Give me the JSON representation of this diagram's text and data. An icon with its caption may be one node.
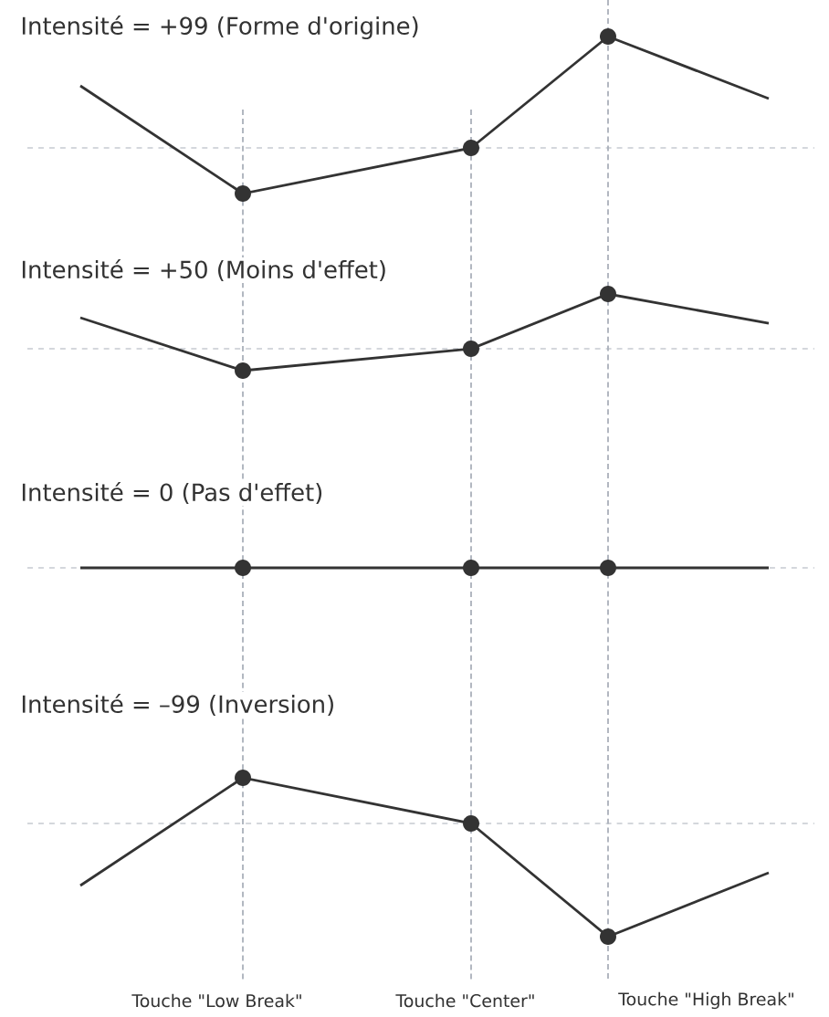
{
  "diagram": {
    "labels": [
      "Intensité = +99 (Forme d'origine)",
      "Intensité = +50 (Moins d'effet)",
      "Intensité = 0 (Pas d'effet)",
      "Intensité = –99 (Inversion)",
      "Touche \"Low Break\"",
      "Touche \"Center\"",
      "Touche \"High Break\""
    ]
  }
}
